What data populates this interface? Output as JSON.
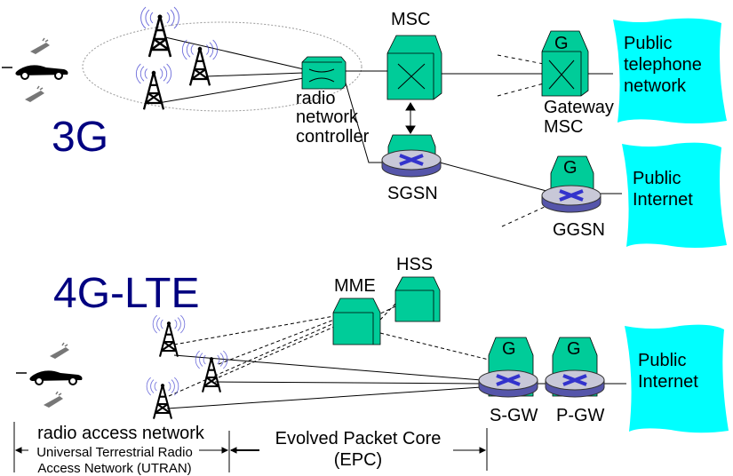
{
  "colors": {
    "node": "#00CC99",
    "cloud": "#00FFFF",
    "title": "#000080",
    "router": "#9999CC"
  },
  "g3": {
    "title": "3G",
    "msc": "MSC",
    "rnc": [
      "radio",
      "network",
      "controller"
    ],
    "sgsn": "SGSN",
    "gmsc": [
      "Gateway",
      "MSC"
    ],
    "ggsn": "GGSN",
    "gateway_mark": "G",
    "pstn": [
      "Public",
      "telephone",
      "network"
    ],
    "internet": [
      "Public",
      "Internet"
    ]
  },
  "g4": {
    "title": "4G-LTE",
    "mme": "MME",
    "hss": "HSS",
    "sgw": "S-GW",
    "pgw": "P-GW",
    "gateway_mark": "G",
    "internet": [
      "Public",
      "Internet"
    ],
    "ran": "radio access network",
    "utran": [
      "Universal Terrestrial Radio",
      "Access Network (UTRAN)"
    ],
    "epc": [
      "Evolved Packet Core",
      "(EPC)"
    ]
  }
}
